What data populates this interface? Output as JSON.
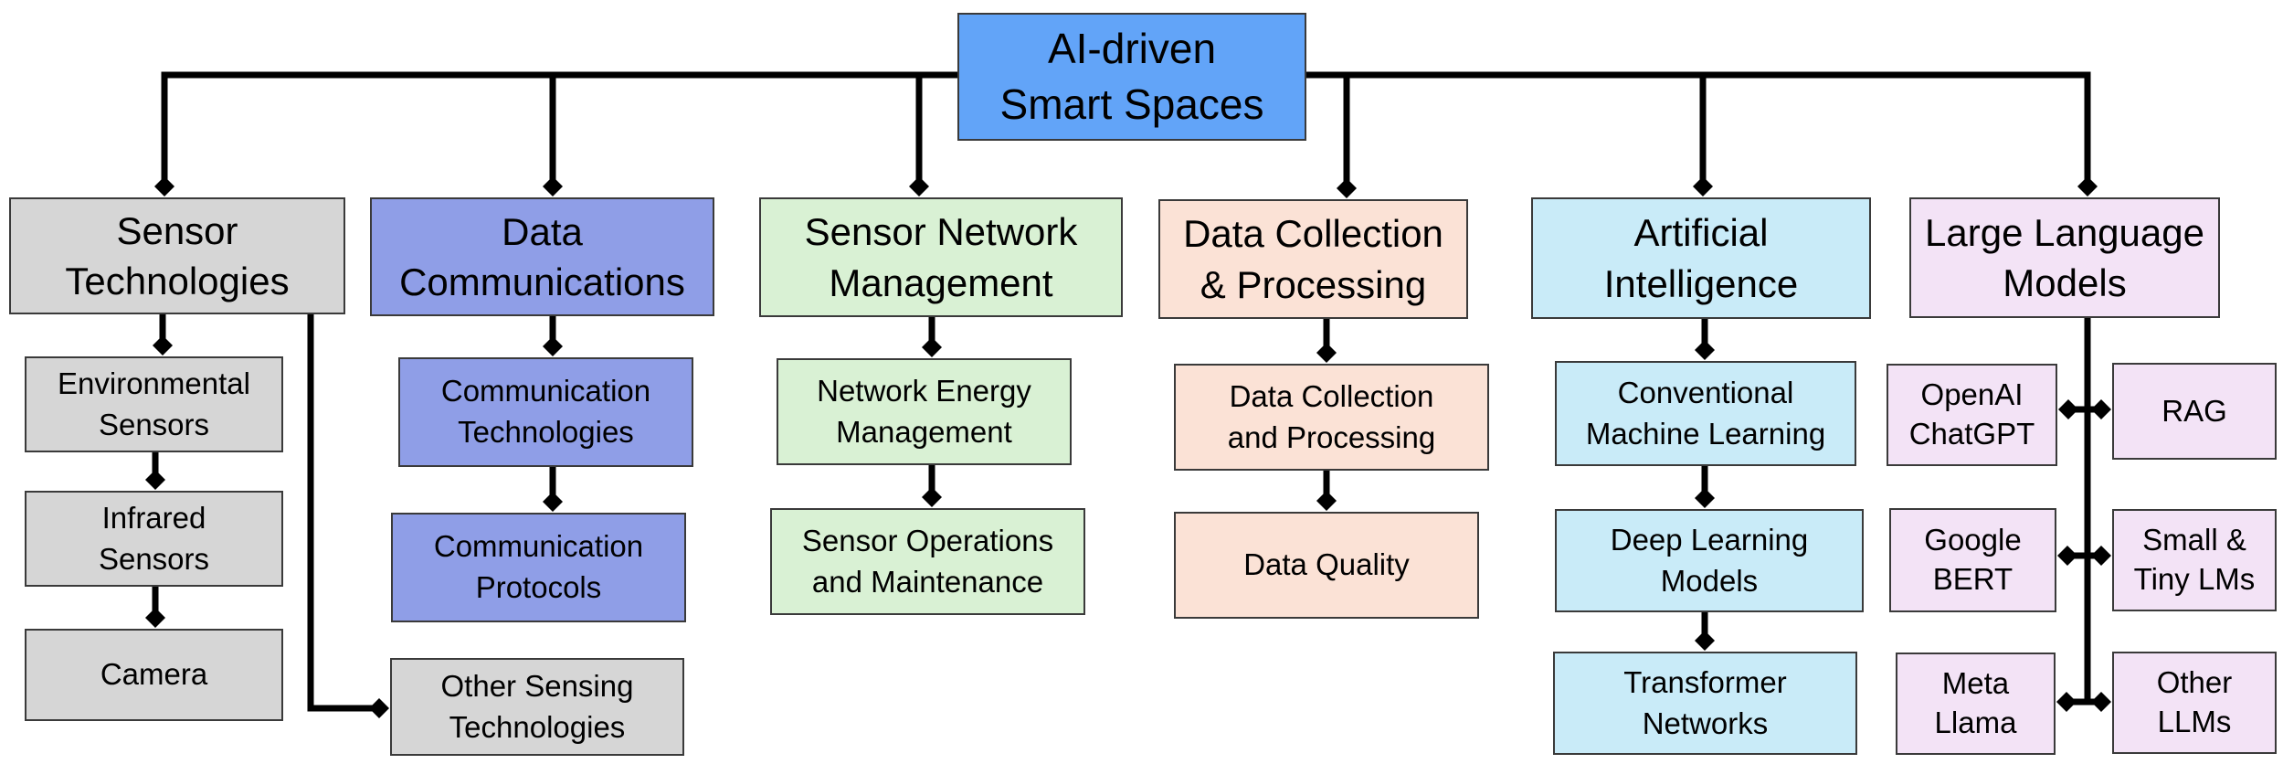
{
  "root": {
    "label": "AI-driven\nSmart Spaces"
  },
  "categories": [
    {
      "label": "Sensor\nTechnologies",
      "children": [
        "Environmental\nSensors",
        "Infrared\nSensors",
        "Camera",
        "Other Sensing\nTechnologies"
      ]
    },
    {
      "label": "Data\nCommunications",
      "children": [
        "Communication\nTechnologies",
        "Communication\nProtocols"
      ]
    },
    {
      "label": "Sensor Network\nManagement",
      "children": [
        "Network Energy\nManagement",
        "Sensor Operations\nand Maintenance"
      ]
    },
    {
      "label": "Data Collection\n& Processing",
      "children": [
        "Data Collection\nand Processing",
        "Data Quality"
      ]
    },
    {
      "label": "Artificial\nIntelligence",
      "children": [
        "Conventional\nMachine Learning",
        "Deep Learning\nModels",
        "Transformer\nNetworks"
      ]
    },
    {
      "label": "Large Language\nModels",
      "children": [
        "OpenAI\nChatGPT",
        "RAG",
        "Google\nBERT",
        "Small &\nTiny LMs",
        "Meta\nLlama",
        "Other\nLLMs"
      ]
    }
  ],
  "colors": {
    "root": "#62a4f8",
    "sensor": "#d6d6d6",
    "communications": "#8f9ee7",
    "network": "#d9f1d4",
    "processing": "#fbe2d6",
    "ai": "#c9ebf8",
    "llm": "#f3e3f6",
    "connector": "#000000"
  }
}
